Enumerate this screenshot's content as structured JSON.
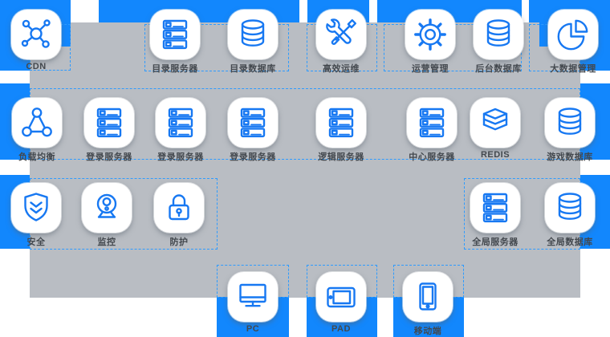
{
  "diagram_title": "game server architecture diagram",
  "colors": {
    "edge_blue": "#1287fd",
    "panel_gray": "#b9bdc3",
    "icon_blue": "#1778f2",
    "dashed_outline_blue": "#2e9bff",
    "label_dark": "#43484e",
    "tile_white": "#ffffff"
  },
  "rows": {
    "row1": [
      {
        "label": "CDN",
        "icon": "cdn-icon"
      },
      {
        "label": "目录服务器",
        "icon": "server-icon"
      },
      {
        "label": "目录数据库",
        "icon": "database-icon"
      },
      {
        "label": "高效运维",
        "icon": "tools-icon"
      },
      {
        "label": "运营管理",
        "icon": "gear-icon"
      },
      {
        "label": "后台数据库",
        "icon": "database-icon"
      },
      {
        "label": "大数据管理",
        "icon": "pie-chart-icon"
      }
    ],
    "row2": [
      {
        "label": "负载均衡",
        "icon": "load-balancer-icon"
      },
      {
        "label": "登录服务器",
        "icon": "server-icon"
      },
      {
        "label": "登录服务器",
        "icon": "server-icon"
      },
      {
        "label": "登录服务器",
        "icon": "server-icon"
      },
      {
        "label": "逻辑服务器",
        "icon": "server-icon"
      },
      {
        "label": "中心服务器",
        "icon": "server-icon"
      },
      {
        "label": "REDIS",
        "icon": "redis-stack-icon"
      },
      {
        "label": "游戏数据库",
        "icon": "database-icon"
      }
    ],
    "row3_left": [
      {
        "label": "安全",
        "icon": "shield-icon"
      },
      {
        "label": "监控",
        "icon": "webcam-icon"
      },
      {
        "label": "防护",
        "icon": "lock-icon"
      }
    ],
    "row3_right": [
      {
        "label": "全局服务器",
        "icon": "server-icon"
      },
      {
        "label": "全局数据库",
        "icon": "database-icon"
      }
    ],
    "row4": [
      {
        "label": "PC",
        "icon": "monitor-icon"
      },
      {
        "label": "PAD",
        "icon": "tablet-icon"
      },
      {
        "label": "移动端",
        "icon": "phone-icon"
      }
    ]
  }
}
